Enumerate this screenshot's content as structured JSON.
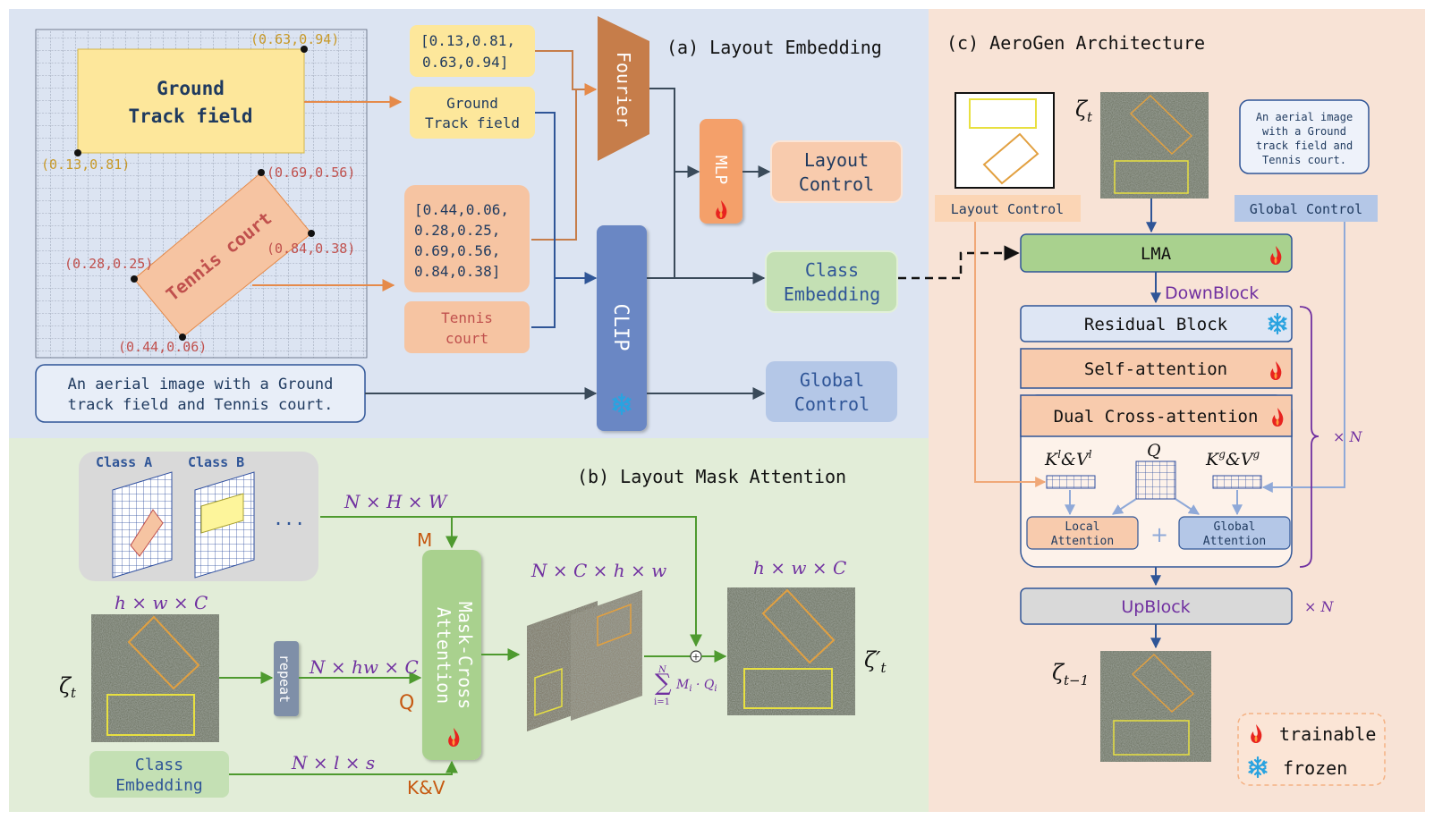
{
  "panel_a": {
    "title": "(a) Layout Embedding",
    "gtf_label_1": "Ground",
    "gtf_label_2": "Track field",
    "tc_label": "Tennis court",
    "coord_top_right": "(0.63,0.94)",
    "coord_bottom_left": "(0.13,0.81)",
    "coord_tc_top": "(0.69,0.56)",
    "coord_tc_right": "(0.84,0.38)",
    "coord_tc_left": "(0.28,0.25)",
    "coord_tc_bottom": "(0.44,0.06)",
    "box1_line1": "[0.13,0.81,",
    "box1_line2": "0.63,0.94]",
    "gtf_box_1": "Ground",
    "gtf_box_2": "Track field",
    "box2_line1": "[0.44,0.06,",
    "box2_line2": "0.28,0.25,",
    "box2_line3": "0.69,0.56,",
    "box2_line4": "0.84,0.38]",
    "tc_box_1": "Tennis",
    "tc_box_2": "court",
    "fourier": "Fourier",
    "clip": "CLIP",
    "mlp": "MLP",
    "layout_control_1": "Layout",
    "layout_control_2": "Control",
    "class_embedding_1": "Class",
    "class_embedding_2": "Embedding",
    "global_control_1": "Global",
    "global_control_2": "Control",
    "caption_1": "An aerial image with a Ground",
    "caption_2": "track field and Tennis court."
  },
  "panel_b": {
    "title": "(b) Layout Mask Attention",
    "class_a": "Class A",
    "class_b": "Class B",
    "ellipsis": "...",
    "dim_nhw": "N × H × W",
    "m_label": "M",
    "hwc": "h × w × C",
    "zeta_t": "ζ",
    "zeta_sub": "t",
    "repeat": "repeat",
    "n_hw_c": "N × hw × C",
    "q_label": "Q",
    "mca_1": "Mask-Cross",
    "mca_2": "Attention",
    "nchw": "N × C × h × w",
    "sum_label": "M",
    "sum_i": "i",
    "sum_q": " · Q",
    "sum_n": "N",
    "sum_i1": "i=1",
    "hwc_out": "h × w × C",
    "zeta_prime": "ζ′",
    "class_embed_1": "Class",
    "class_embed_2": "Embedding",
    "nls": "N × l × s",
    "kv_label": "K&V"
  },
  "panel_c": {
    "title": "(c) AeroGen Architecture",
    "zeta_t": "ζ",
    "zeta_t_sub": "t",
    "caption_1": "An aerial image",
    "caption_2": "with a Ground",
    "caption_3": "track field and",
    "caption_4": "Tennis court.",
    "layout_control": "Layout Control",
    "global_control": "Global Control",
    "lma": "LMA",
    "downblock": "DownBlock",
    "residual": "Residual Block",
    "self_attn": "Self-attention",
    "dual_cross": "Dual Cross-attention",
    "kl": "K",
    "kl_sup": "l",
    "kl_mid": "&V",
    "kl_sup2": "l",
    "q": "Q",
    "kg": "K",
    "kg_sup": "g",
    "kg_mid": "&V",
    "kg_sup2": "g",
    "local_1": "Local",
    "local_2": "Attention",
    "global_1": "Global",
    "global_2": "Attention",
    "plus": "+",
    "xn1": "× N",
    "upblock": "UpBlock",
    "xn2": "× N",
    "zeta_t1": "ζ",
    "zeta_t1_sub": "t−1",
    "legend_trainable": "trainable",
    "legend_frozen": "frozen"
  },
  "colors": {
    "panel_a_bg": "#dce4f2",
    "panel_b_bg": "#e2edd8",
    "panel_c_bg": "#f8e3d6",
    "orange_arrow": "#e58a4a",
    "blue_arrow": "#2f5597",
    "green_arrow": "#4e9a2f",
    "purple_text": "#7030a0",
    "yellow_box": "#fde79b",
    "peach_box": "#f6c4a2",
    "green_box": "#c4e0b4",
    "blue_box": "#b4c7e7",
    "fourier": "#c67d4a",
    "clip": "#6b87c4",
    "mlp": "#f4a06a"
  }
}
